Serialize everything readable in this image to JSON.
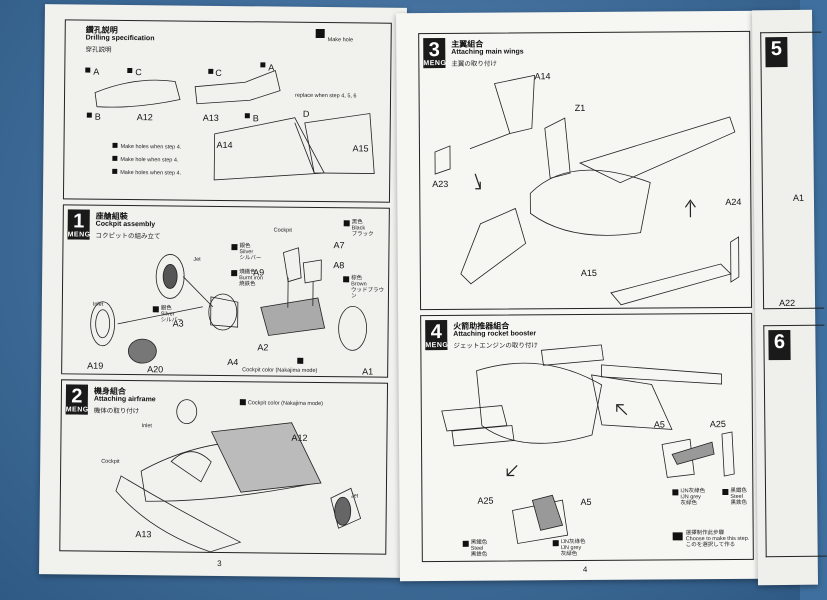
{
  "left_page": {
    "page_number": "3",
    "drilling": {
      "title_cn": "鑽孔説明",
      "title_en": "Drilling specification",
      "title_jp": "穿孔説明",
      "marker_note_en": "Make hole",
      "parts": [
        "A",
        "C",
        "C",
        "A",
        "B",
        "A12",
        "A13",
        "B",
        "D",
        "A14",
        "A15"
      ],
      "notes": [
        "Make holes when step 4.",
        "Make hole when step 4.",
        "Make holes when step 4."
      ],
      "drill_note": "replace when step 4, 5, 6"
    },
    "step1": {
      "number": "1",
      "title_cn": "座艙組裝",
      "title_en": "Cockpit assembly",
      "title_jp": "コクピットの組み立て",
      "parts": [
        "A7",
        "A8",
        "A9",
        "A3",
        "A2",
        "A4",
        "A19",
        "A20",
        "A1"
      ],
      "paints": [
        {
          "cn": "黑色",
          "en": "Black",
          "jp": "ブラック"
        },
        {
          "cn": "銀色",
          "en": "Silver",
          "jp": "シルバー"
        },
        {
          "cn": "燒鐵色",
          "en": "Burnt iron",
          "jp": "焼鉄色"
        },
        {
          "cn": "棕色",
          "en": "Brown",
          "jp": "ウッドブラウン"
        },
        {
          "cn": "銀色",
          "en": "Silver",
          "jp": "シルバー"
        }
      ],
      "labels": {
        "cockpit": "Cockpit",
        "jet": "Jet",
        "inlet": "Inlet",
        "cockpit_color": "Cockpit color (Nakajima mode)"
      }
    },
    "step2": {
      "number": "2",
      "title_cn": "機身組合",
      "title_en": "Attaching airframe",
      "title_jp": "機体の取り付け",
      "parts": [
        "A12",
        "A13"
      ],
      "labels": {
        "inlet": "Inlet",
        "cockpit": "Cockpit",
        "jet": "Jet",
        "cockpit_color": "Cockpit color (Nakajima mode)"
      }
    }
  },
  "right_page": {
    "page_number": "4",
    "step3": {
      "number": "3",
      "title_cn": "主翼組合",
      "title_en": "Attaching main wings",
      "title_jp": "主翼の取り付け",
      "parts": [
        "A14",
        "Z1",
        "A23",
        "A24",
        "A15"
      ]
    },
    "step4": {
      "number": "4",
      "title_cn": "火箭助推器組合",
      "title_en": "Attaching rocket booster",
      "title_jp": "ジェットエンジンの取り付け",
      "parts": [
        "A5",
        "A25",
        "A25",
        "A5"
      ],
      "paints": [
        {
          "cn": "黑鐵色",
          "en": "Steel",
          "jp": "黒鉄色"
        },
        {
          "cn": "IJN灰綠色",
          "en": "IJN grey",
          "jp": "灰緑色"
        },
        {
          "cn": "IJN灰綠色",
          "en": "IJN grey",
          "jp": "灰緑色"
        },
        {
          "cn": "黑鐵色",
          "en": "Steel",
          "jp": "黒鉄色"
        }
      ],
      "choose_note": {
        "cn": "選擇制作此步驟",
        "en": "Choose to make this step.",
        "jp": "このを選択して作る"
      }
    }
  },
  "next_page": {
    "step_numbers": [
      "5",
      "6"
    ],
    "parts": [
      "A1",
      "A22"
    ]
  },
  "brand": "MENG",
  "colors": {
    "background": "#3f6f9e",
    "paper": "#f4f4f2",
    "ink": "#1a1a1a"
  }
}
